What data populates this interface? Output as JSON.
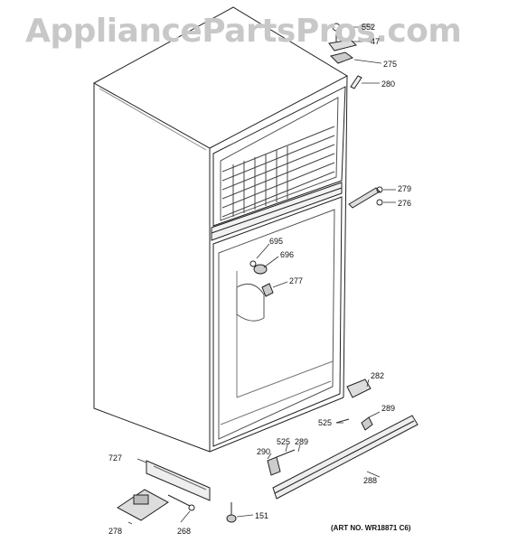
{
  "watermark": "AppliancePartsPros.com",
  "art_number": "(ART NO. WR18871 C6)",
  "callouts": {
    "c552": "552",
    "c47": "47",
    "c275": "275",
    "c280": "280",
    "c279": "279",
    "c276": "276",
    "c695": "695",
    "c696": "696",
    "c277": "277",
    "c282": "282",
    "c289a": "289",
    "c525a": "525",
    "c525b": "525",
    "c289b": "289",
    "c290": "290",
    "c727": "727",
    "c288": "288",
    "c151": "151",
    "c278": "278",
    "c268": "268"
  }
}
